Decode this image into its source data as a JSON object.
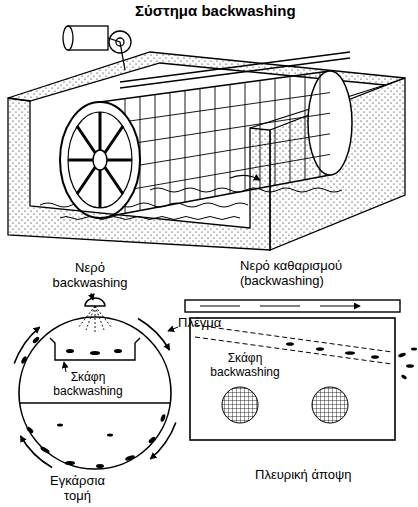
{
  "diagram": {
    "labels": [
      "Σύστημα backwashing",
      "Νερό καθαρισμού (backwashing)",
      "Νερό backwashing",
      "Πλέγμα",
      "Σκάφη backwashing",
      "Σκάφη backwashing",
      "Εγκάρσια τομή",
      "Πλευρική άποψη"
    ]
  }
}
